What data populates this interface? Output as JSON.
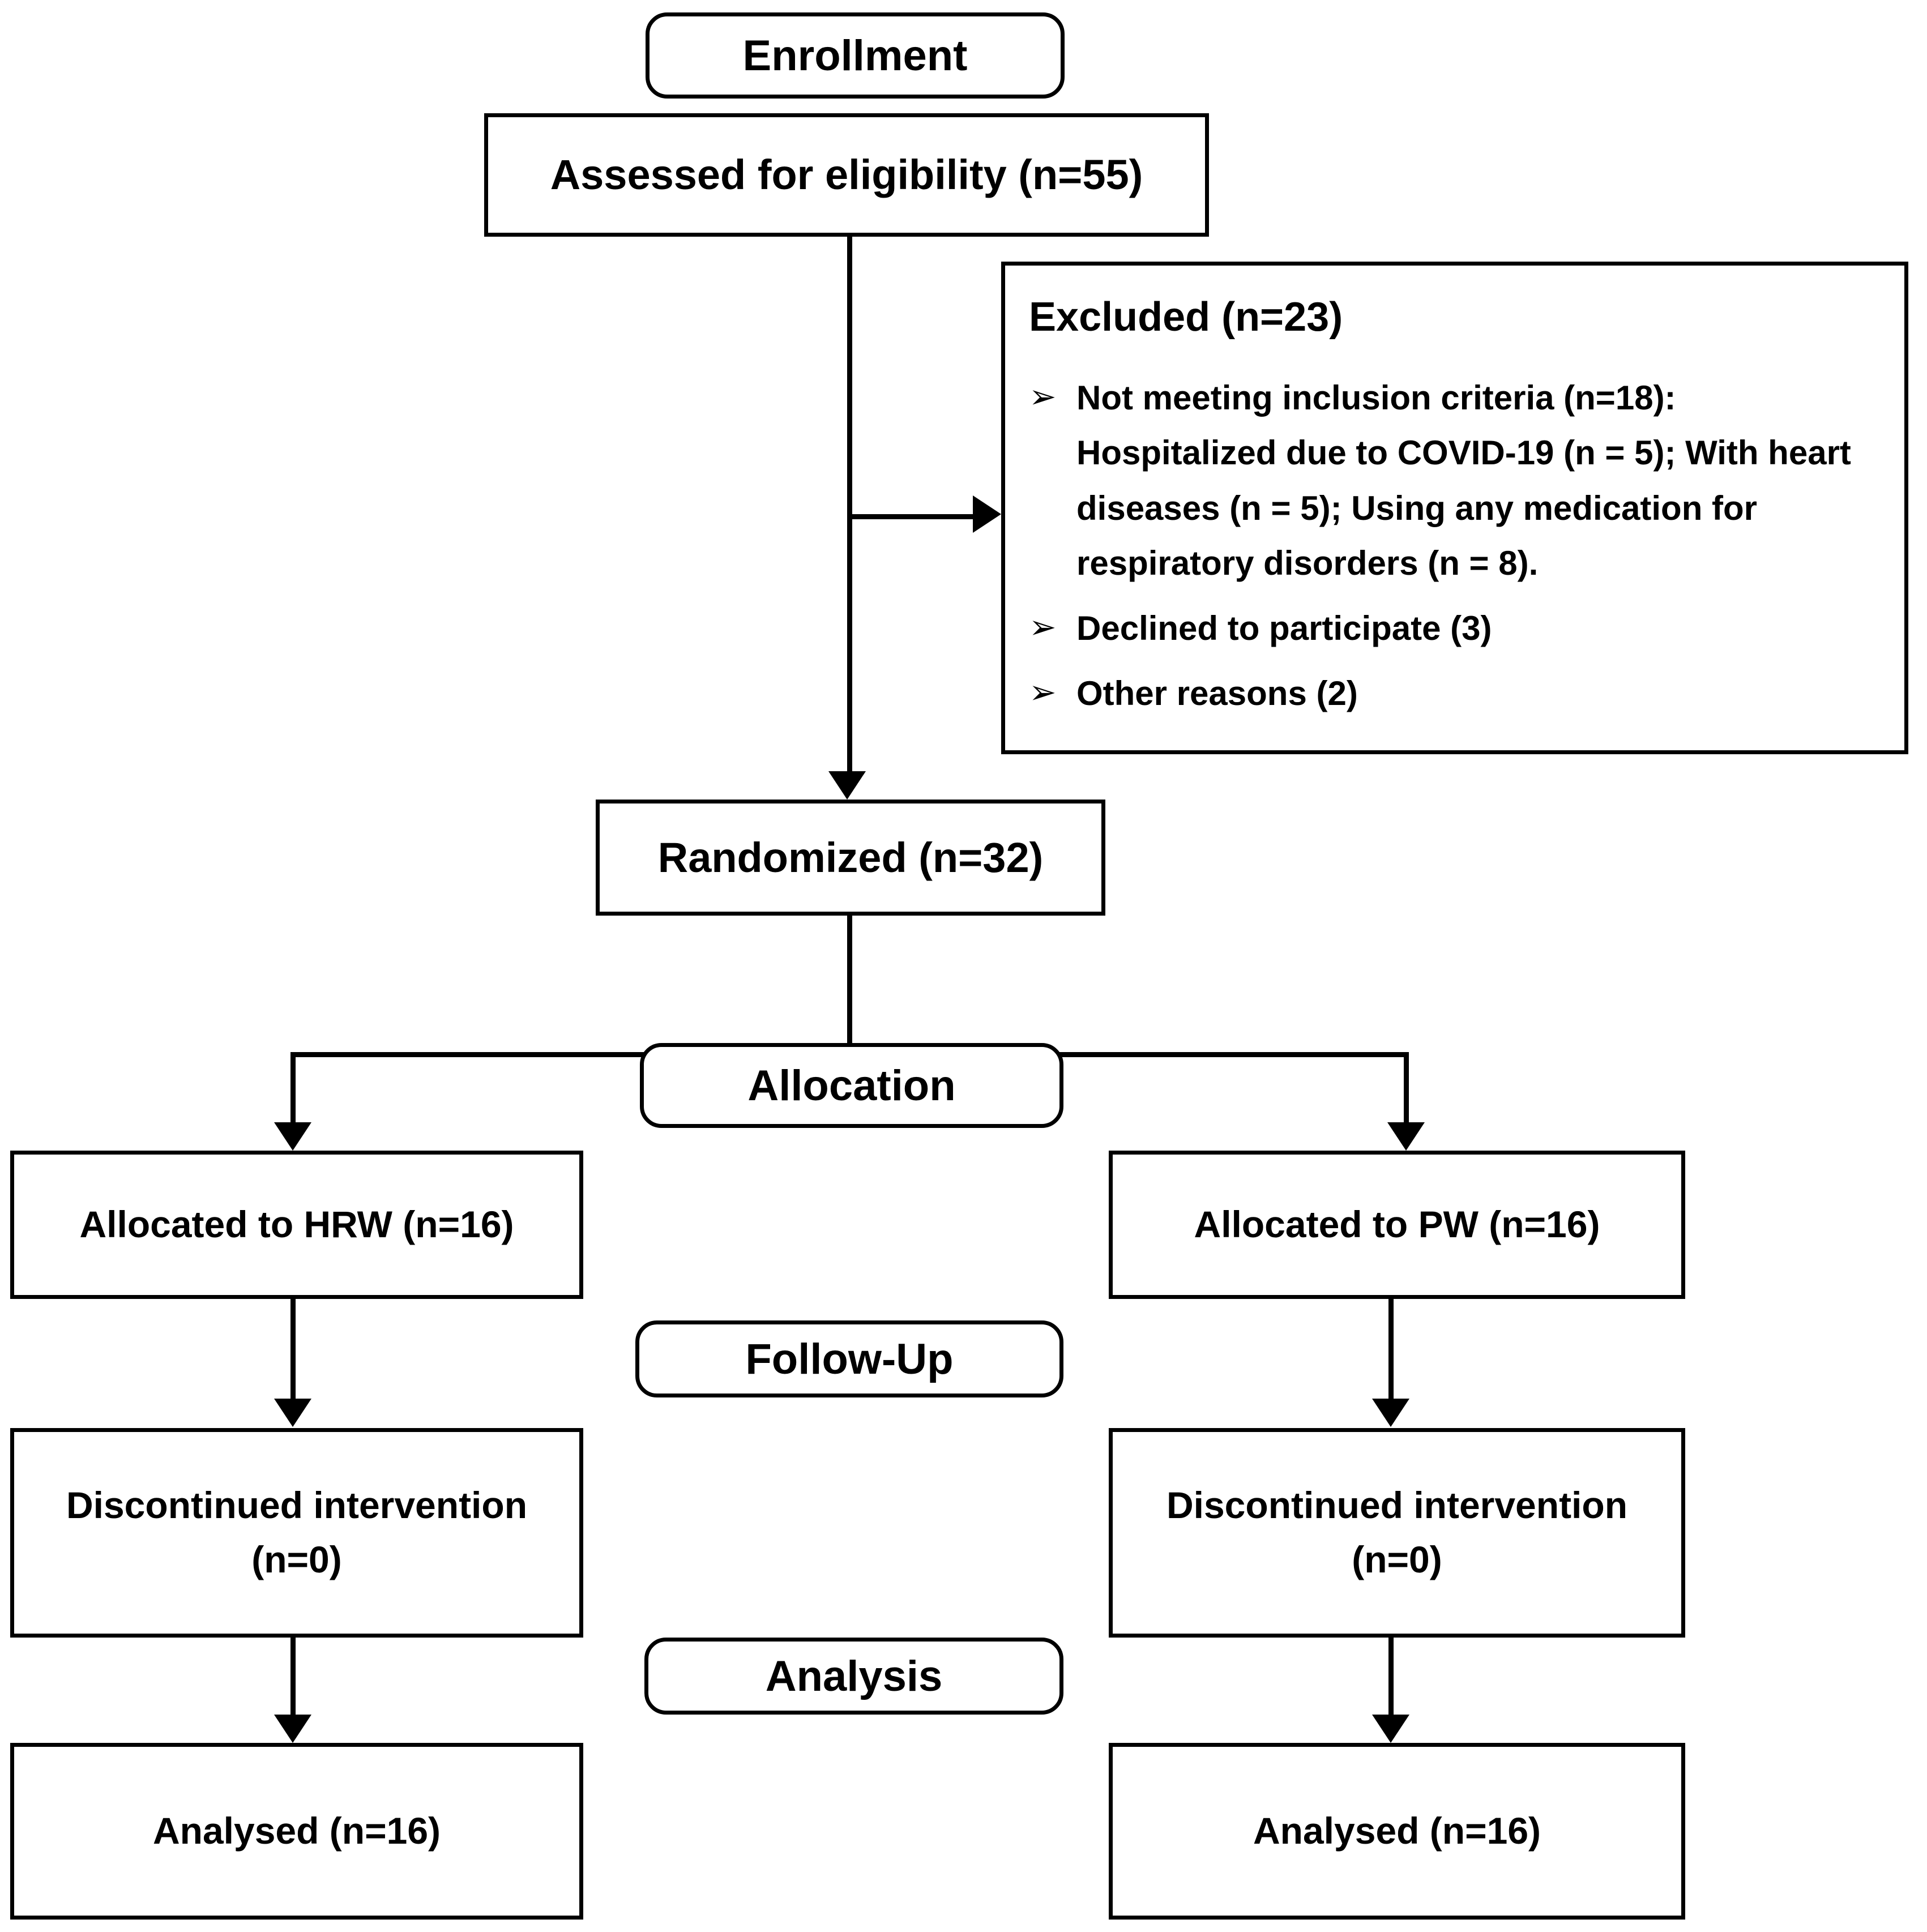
{
  "diagram": {
    "title": "CONSORT participant flow diagram",
    "stages": {
      "enrollment": "Enrollment",
      "allocation": "Allocation",
      "followup": "Follow-Up",
      "analysis": "Analysis"
    },
    "enrollment": {
      "assessed": "Assessed for eligibility (n=55)",
      "excluded_title": "Excluded (n=23)",
      "excluded_bullets": [
        {
          "marker": "➢",
          "text": "Not meeting inclusion criteria (n=18): Hospitalized due to COVID-19 (n = 5); With heart diseases (n = 5); Using any medication for respiratory disorders (n = 8)."
        },
        {
          "marker": "➢",
          "text": "Declined to participate (3)"
        },
        {
          "marker": "➢",
          "text": "Other reasons  (2)"
        }
      ]
    },
    "randomization": {
      "randomized": "Randomized (n=32)"
    },
    "arms": {
      "left": {
        "allocated": "Allocated to HRW (n=16)",
        "discontinued_line1": "Discontinued intervention",
        "discontinued_line2": "(n=0)",
        "analysed": "Analysed (n=16)"
      },
      "right": {
        "allocated": "Allocated to PW (n=16)",
        "discontinued_line1": "Discontinued intervention",
        "discontinued_line2": "(n=0)",
        "analysed": "Analysed (n=16)"
      }
    },
    "colors": {
      "line": "#000000",
      "box_fill": "#ffffff",
      "text": "#000000"
    }
  }
}
